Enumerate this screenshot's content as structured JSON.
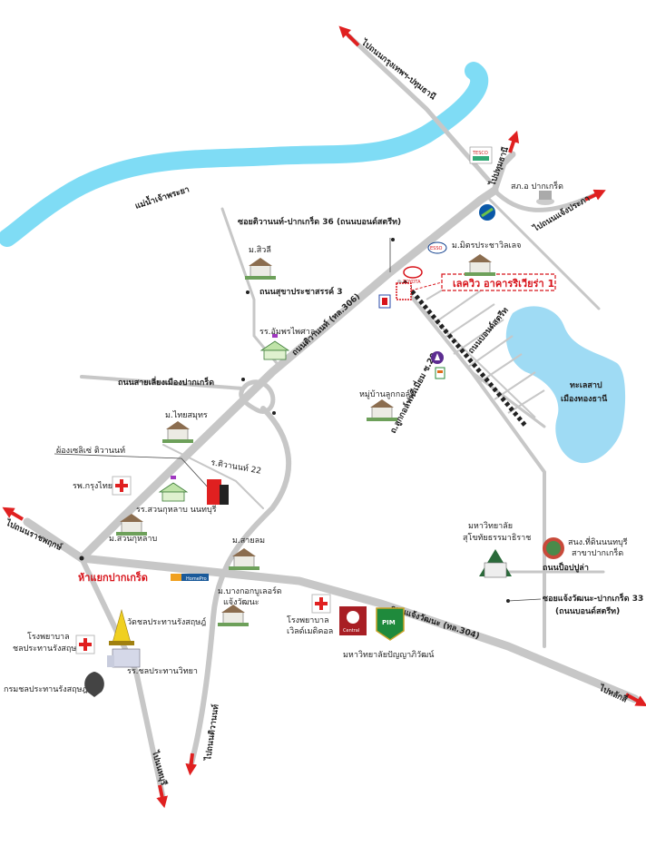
{
  "map": {
    "river_label": "แม่น้ำเจ้าพระยา",
    "lake_label": "ทะเลสาป",
    "lake_label_2": "เมืองทองธานี",
    "project_label": "เลควิว อาคารริเวียร่า 1",
    "directions": {
      "top": "ไปถนนกรุงเทพฯ-ปทุมธานี",
      "pathum": "ไปปทุมธานี",
      "pracha": "ไปถนนแจ้งประภา",
      "left": "ไปถนนราชพฤกษ์",
      "right": "ไปหลักสี่",
      "bottom_mid": "ไปถนนติวานนท์",
      "bottom_left": "ไปนนทบุรี"
    },
    "roads": {
      "soi36_a": "ซอยติวานนท์-ปากเกร็ด 36",
      "soi36_b": "(ถนนบอนด์สตรีท)",
      "suksa": "ถนนสุขาประชาสรรค์ 3",
      "bypass": "ถนนสายเลี่ยงเมืองปากเกร็ด",
      "tiwanon": "ถนนติวานนท์ (ทล.306)",
      "chaeng": "ถนนแจ้งวัฒนะ (ทล.304)",
      "bond": "ถนนบอนด์สตรีท",
      "popular": "ถนนป็อปปูล่า",
      "soi22": "ร.ติวานนท์ 22",
      "golf": "ถ.ลูกกอล์ฟพรีเมี่ยม ซ.20",
      "soi33_a": "ซอยแจ้งวัฒนะ-ปากเกร็ด 33",
      "soi33_b": "(ถนนบอนด์สตรีท)"
    },
    "places": {
      "silili": "ม.สิวลี",
      "mitr": "ม.มิตรประชาวิลเลจ",
      "pakkret_police": "สภ.อ ปากเกร็ด",
      "school_um": "รร.อัมพรไพศาล",
      "luk_golf": "หมู่บ้านลูกกอล์ฟ",
      "thai_samut": "ม.ไทยสมุทร",
      "condo": "ผ้องเซลิเซ่ ติวานนท์",
      "hosp_krungthai": "รพ.กรุงไทย",
      "school_suan": "รร.สวนกุหลาบ นนทบุรี",
      "suan_village": "ม.สวนกุหลาบ",
      "pakkret_junction": "ห้าแยกปากเกร็ด",
      "sailom": "ม.สายลม",
      "bangkok_boulevard_a": "ม.บางกอกบูเลอร์ด",
      "bangkok_boulevard_b": "แจ้งวัฒนะ",
      "hosp_world_a": "โรงพยาบาล",
      "hosp_world_b": "เวิลด์เมดิคอล",
      "pim": "มหาวิทยาลัยปัญญาภิวัฒน์",
      "stou_a": "มหาวิทยาลัย",
      "stou_b": "สุโขทัยธรรมาธิราช",
      "land_office_a": "สนง.ที่ดินนนทบุรี",
      "land_office_b": "สาขาปากเกร็ด",
      "wat": "วัดชลประทานรังสฤษฎ์",
      "school_chon": "รร.ชลประทานวิทยา",
      "hosp_chon_a": "โรงพยาบาล",
      "hosp_chon_b": "ชลประทานรังสฤษฎ์",
      "irrigation": "กรมชลประทานรังสฤษฎ์"
    },
    "logos": {
      "tesco": "TESCO",
      "esso": "ESSO",
      "toyota": "TOYOTA",
      "central": "Central",
      "pim": "PIM",
      "homepro": "HomePro"
    },
    "colors": {
      "road": "#c7c7c7",
      "river": "#7fdcf5",
      "lake": "#9fdbf4",
      "arrow": "#e02020",
      "label_red": "#d8141b"
    }
  }
}
